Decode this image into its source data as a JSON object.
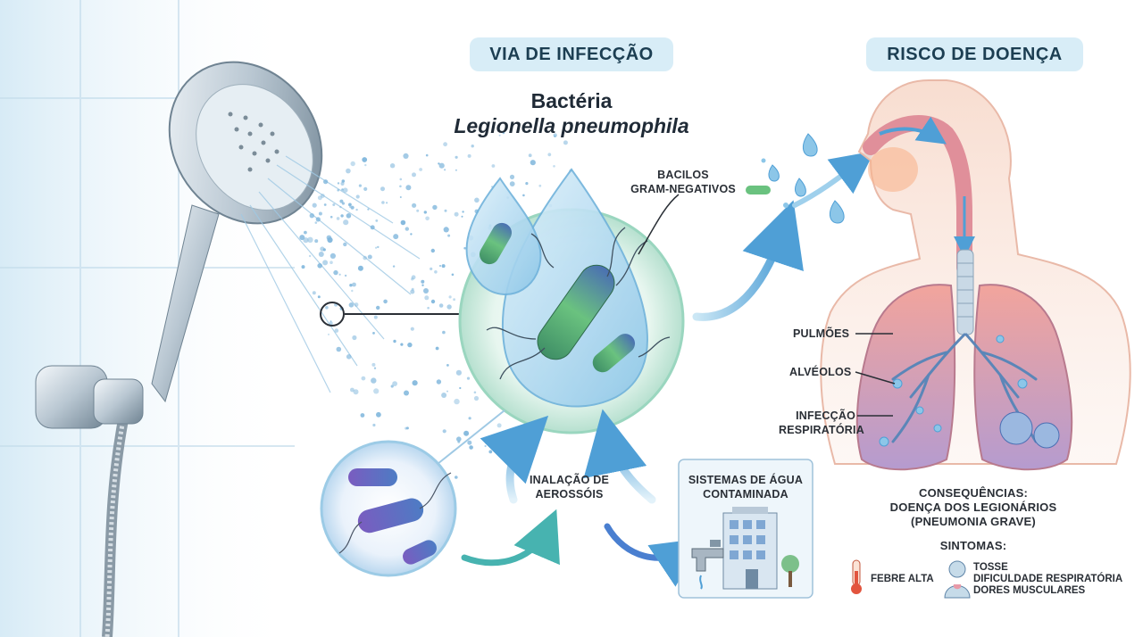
{
  "header": {
    "left_pill": "VIA DE INFECÇÃO",
    "right_pill": "RISCO DE DOENÇA"
  },
  "bacterium": {
    "title": "Bactéria",
    "species": "Legionella pneumophila"
  },
  "labels": {
    "bacilli_line1": "BACILOS",
    "bacilli_line2": "GRAM-NEGATIVOS",
    "inhalation_line1": "INALAÇÃO DE",
    "inhalation_line2": "AEROSSÓIS",
    "water_line1": "SISTEMAS DE ÁGUA",
    "water_line2": "CONTAMINADA",
    "lungs": "PULMÕES",
    "alveoli": "ALVÉOLOS",
    "infection_line1": "INFECÇÃO",
    "infection_line2": "RESPIRATÓRIA"
  },
  "consequences": {
    "heading": "CONSEQUÊNCIAS:",
    "line1": "DOENÇA DOS LEGIONÁRIOS",
    "line2": "(PNEUMONIA GRAVE)"
  },
  "symptoms": {
    "heading": "SINTOMAS:",
    "fever": "FEBRE ALTA",
    "cough": "TOSSE",
    "breathing": "DIFICULDADE RESPIRATÓRIA",
    "muscle": "DORES MUSCULARES"
  },
  "colors": {
    "pill_bg": "#d8edf7",
    "arrow_blue": "#5aa9d8",
    "bacteria_green": "#5fae6e",
    "bacteria_purple": "#8a6cc4",
    "lung_pink": "#e89aa8",
    "skin": "#f6d5c8"
  },
  "icons": [
    "shower-head-icon",
    "thermometer-icon",
    "person-cough-icon",
    "building-icon",
    "faucet-icon",
    "tree-icon"
  ]
}
